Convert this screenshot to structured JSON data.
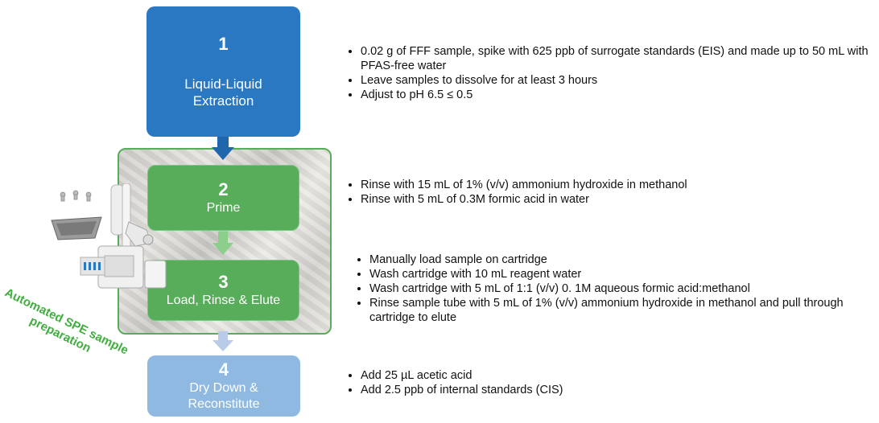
{
  "steps": [
    {
      "number": "1",
      "title": "Liquid-Liquid\nExtraction"
    },
    {
      "number": "2",
      "title": "Prime"
    },
    {
      "number": "3",
      "title": "Load, Rinse & Elute"
    },
    {
      "number": "4",
      "title": "Dry Down &\nReconstitute"
    }
  ],
  "spe_label": "Automated SPE sample preparation",
  "bullets": {
    "step1": [
      "0.02 g of FFF sample, spike with 625 ppb of surrogate standards (EIS) and made up to 50 mL with PFAS-free water",
      "Leave samples to dissolve for at least 3 hours",
      "Adjust to pH 6.5 ≤ 0.5"
    ],
    "step2": [
      "Rinse with 15 mL of 1% (v/v) ammonium hydroxide in methanol",
      "Rinse with 5 mL of 0.3M formic acid in water"
    ],
    "step3": [
      "Manually load sample on cartridge",
      "Wash cartridge with 10 mL reagent water",
      "Wash cartridge with 5 mL of 1:1 (v/v) 0. 1M aqueous formic acid:methanol",
      "Rinse sample tube with 5 mL of 1% (v/v) ammonium hydroxide in methanol and pull through cartridge to elute"
    ],
    "step4": [
      "Add 25 µL acetic acid",
      "Add 2.5 ppb of internal standards (CIS)"
    ]
  },
  "colors": {
    "step1": "#2b78c2",
    "step2": "#58ad5a",
    "step3": "#58ad5a",
    "step4": "#8fb9e0",
    "spe_border": "#58ad5a",
    "spe_label": "#3fae3f"
  }
}
